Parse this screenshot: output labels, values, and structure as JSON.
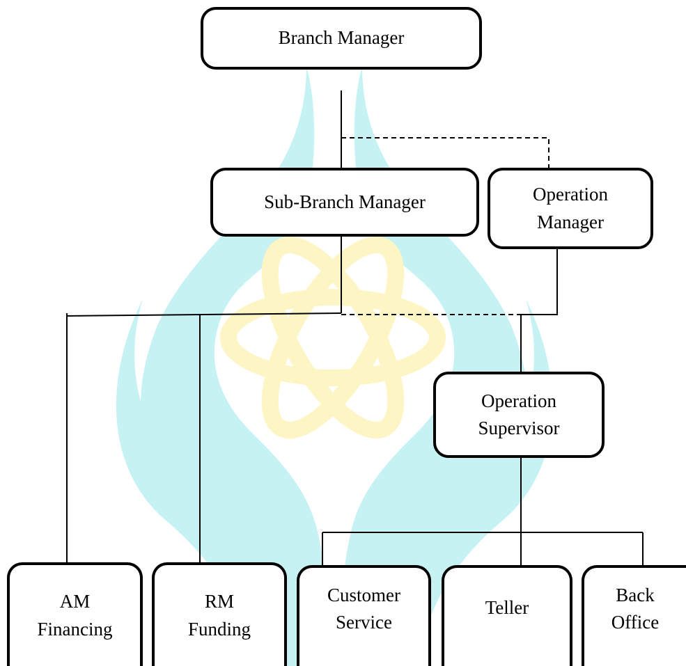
{
  "colors": {
    "watermark_teal": "#c6f2f4",
    "watermark_yellow": "#fdf6c4",
    "box_border": "#000000",
    "line": "#000000"
  },
  "nodes": {
    "branch_manager": {
      "lines": [
        "Branch Manager"
      ]
    },
    "sub_branch_manager": {
      "lines": [
        "Sub-Branch Manager"
      ]
    },
    "operation_manager": {
      "lines": [
        "Operation",
        "Manager"
      ]
    },
    "operation_supervisor": {
      "lines": [
        "Operation",
        "Supervisor"
      ]
    },
    "am_financing": {
      "lines": [
        "AM",
        "Financing"
      ]
    },
    "rm_funding": {
      "lines": [
        "RM",
        "Funding"
      ]
    },
    "customer_service": {
      "lines": [
        "Customer",
        "Service"
      ]
    },
    "teller": {
      "lines": [
        "Teller"
      ]
    },
    "back_office": {
      "lines": [
        "Back",
        "Office"
      ]
    }
  },
  "edges": [
    {
      "from": "branch_manager",
      "to": "sub_branch_manager",
      "style": "solid"
    },
    {
      "from": "branch_manager",
      "to": "operation_manager",
      "style": "dashed"
    },
    {
      "from": "sub_branch_manager",
      "to": "am_financing",
      "style": "solid"
    },
    {
      "from": "sub_branch_manager",
      "to": "rm_funding",
      "style": "solid"
    },
    {
      "from": "sub_branch_manager",
      "to": "operation_supervisor",
      "style": "dashed"
    },
    {
      "from": "operation_manager",
      "to": "operation_supervisor",
      "style": "solid"
    },
    {
      "from": "operation_supervisor",
      "to": "customer_service",
      "style": "solid"
    },
    {
      "from": "operation_supervisor",
      "to": "teller",
      "style": "solid"
    },
    {
      "from": "operation_supervisor",
      "to": "back_office",
      "style": "solid"
    }
  ]
}
